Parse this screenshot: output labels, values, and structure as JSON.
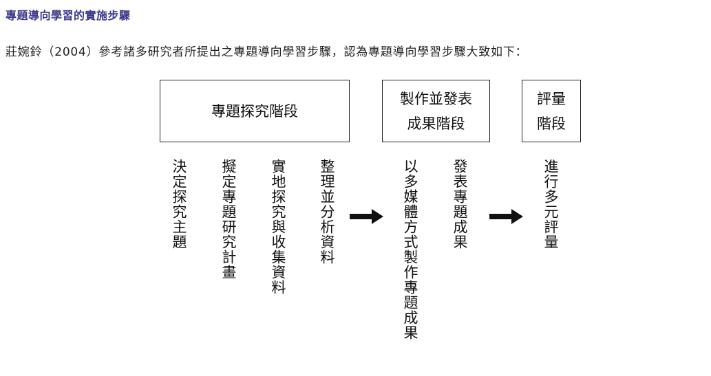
{
  "page": {
    "heading": "專題導向學習的實施步驟",
    "intro": "莊婉鈴（2004）參考諸多研究者所提出之專題導向學習步驟，認為專題導向學習步驟大致如下："
  },
  "diagram": {
    "stages": [
      {
        "label": "專題探究階段"
      },
      {
        "label": "製作並發表\n成果階段"
      },
      {
        "label": "評量\n階段"
      }
    ],
    "steps": [
      "決定探究主題",
      "擬定專題研究計畫",
      "實地探究與收集資料",
      "整理並分析資料",
      "以多媒體方式製作專題成果",
      "發表專題成果",
      "進行多元評量"
    ],
    "arrow_color": "#111111"
  }
}
